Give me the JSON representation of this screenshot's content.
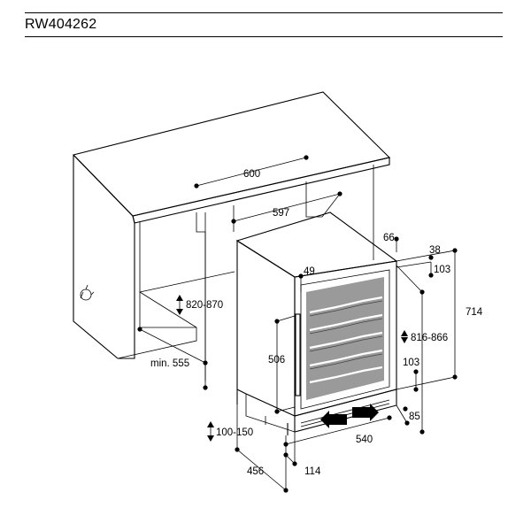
{
  "header": {
    "model": "RW404262"
  },
  "dimensions": {
    "cabinet_width": "600",
    "niche_width": "597",
    "top_offset": "66",
    "right_top_offset": "38",
    "right_upper": "103",
    "door_offset": "49",
    "height_total": "714",
    "niche_height": "820-870",
    "appliance_height": "816-866",
    "door_height": "506",
    "right_lower": "103",
    "min_depth": "min. 555",
    "plinth_height": "100-150",
    "width_bottom": "540",
    "right_bottom": "85",
    "depth": "456",
    "plinth_depth": "114"
  }
}
